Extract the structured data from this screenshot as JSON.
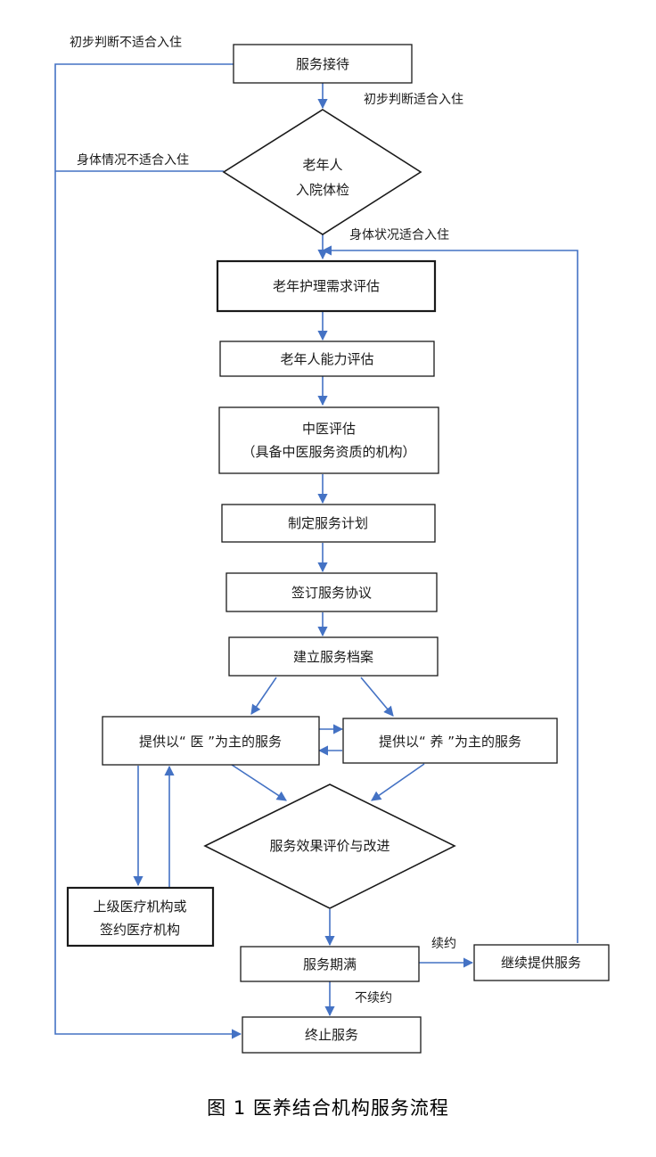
{
  "nodes": {
    "reception": "服务接待",
    "elder_checkup_line1": "老年人",
    "elder_checkup_line2": "入院体检",
    "care_needs": "老年护理需求评估",
    "ability": "老年人能力评估",
    "tcm_line1": "中医评估",
    "tcm_line2": "（具备中医服务资质的机构）",
    "plan": "制定服务计划",
    "agreement": "签订服务协议",
    "archive": "建立服务档案",
    "medical_service": "提供以“ 医 ”为主的服务",
    "care_service": "提供以“ 养 ”为主的服务",
    "evaluation": "服务效果评价与改进",
    "higher_line1": "上级医疗机构或",
    "higher_line2": "签约医疗机构",
    "expire": "服务期满",
    "continue": "继续提供服务",
    "terminate": "终止服务"
  },
  "edges": {
    "prelim_unsuitable": "初步判断不适合入住",
    "prelim_suitable": "初步判断适合入住",
    "body_unsuitable": "身体情况不适合入住",
    "body_suitable": "身体状况适合入住",
    "renew": "续约",
    "no_renew": "不续约"
  },
  "caption": "图 1  医养结合机构服务流程",
  "colors": {
    "arrow": "#4472c4",
    "border": "#1a1a1a"
  }
}
